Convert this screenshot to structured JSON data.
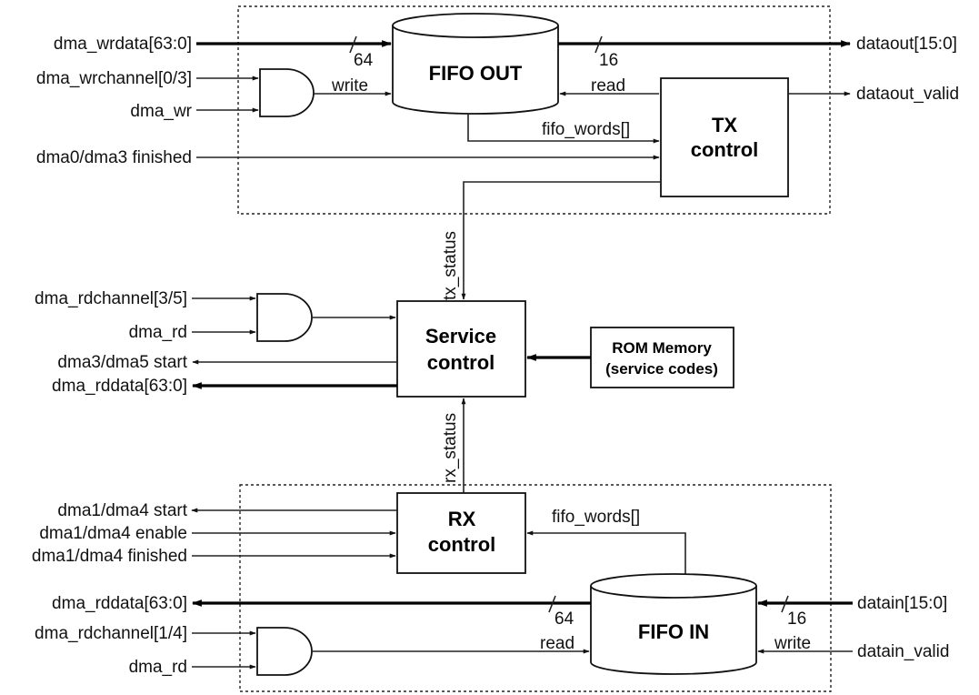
{
  "blocks": {
    "fifo_out": "FIFO OUT",
    "tx_line1": "TX",
    "tx_line2": "control",
    "service_line1": "Service",
    "service_line2": "control",
    "rom_line1": "ROM Memory",
    "rom_line2": "(service codes)",
    "rx_line1": "RX",
    "rx_line2": "control",
    "fifo_in": "FIFO IN"
  },
  "inputs": {
    "dma_wrdata": "dma_wrdata[63:0]",
    "dma_wrchannel": "dma_wrchannel[0/3]",
    "dma_wr": "dma_wr",
    "dma03_finished": "dma0/dma3 finished",
    "dma_rdchannel_35": "dma_rdchannel[3/5]",
    "dma_rd_1": "dma_rd",
    "dma14_enable": "dma1/dma4 enable",
    "dma14_finished": "dma1/dma4 finished",
    "dma_rdchannel_14": "dma_rdchannel[1/4]",
    "dma_rd_2": "dma_rd",
    "datain": "datain[15:0]",
    "datain_valid": "datain_valid"
  },
  "outputs": {
    "dataout": "dataout[15:0]",
    "dataout_valid": "dataout_valid",
    "dma35_start": "dma3/dma5 start",
    "dma_rddata_1": "dma_rddata[63:0]",
    "dma14_start": "dma1/dma4 start",
    "dma_rddata_2": "dma_rddata[63:0]"
  },
  "signals": {
    "width_64_top": "64",
    "width_16_top": "16",
    "write_top": "write",
    "read_top": "read",
    "fifo_words_top": "fifo_words[]",
    "tx_status": "tx_status",
    "rx_status": "rx_status",
    "fifo_words_bottom": "fifo_words[]",
    "width_64_bottom": "64",
    "read_bottom": "read",
    "width_16_bottom": "16",
    "write_bottom": "write"
  }
}
